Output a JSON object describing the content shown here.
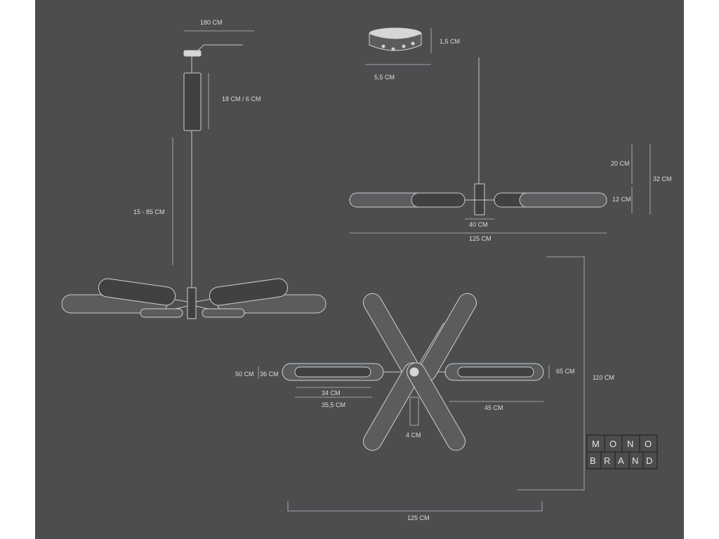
{
  "dimensions": {
    "ceiling_rod_length": "180 CM",
    "canopy_height": "1,5 CM",
    "canopy_diameter": "5,5 CM",
    "body_size": "18 CM / 6 CM",
    "cable_length": "15 - 85 CM",
    "upper_height": "20 CM",
    "total_height": "32 CM",
    "lower_height": "12 CM",
    "hub_width": "40 CM",
    "side_width": "125 CM",
    "arm_outer": "50 CM",
    "arm_inner": "36 CM",
    "tube_inner_length": "34 CM",
    "tube_outer_length": "35,5 CM",
    "tube_height_right": "65 CM",
    "tube_length_right": "45 CM",
    "center_gap": "4 CM",
    "top_view_height": "110 CM",
    "top_view_width": "125 CM"
  },
  "logo": {
    "line1": [
      "M",
      "O",
      "N",
      "O"
    ],
    "line2": [
      "B",
      "R",
      "A",
      "N",
      "D"
    ]
  }
}
